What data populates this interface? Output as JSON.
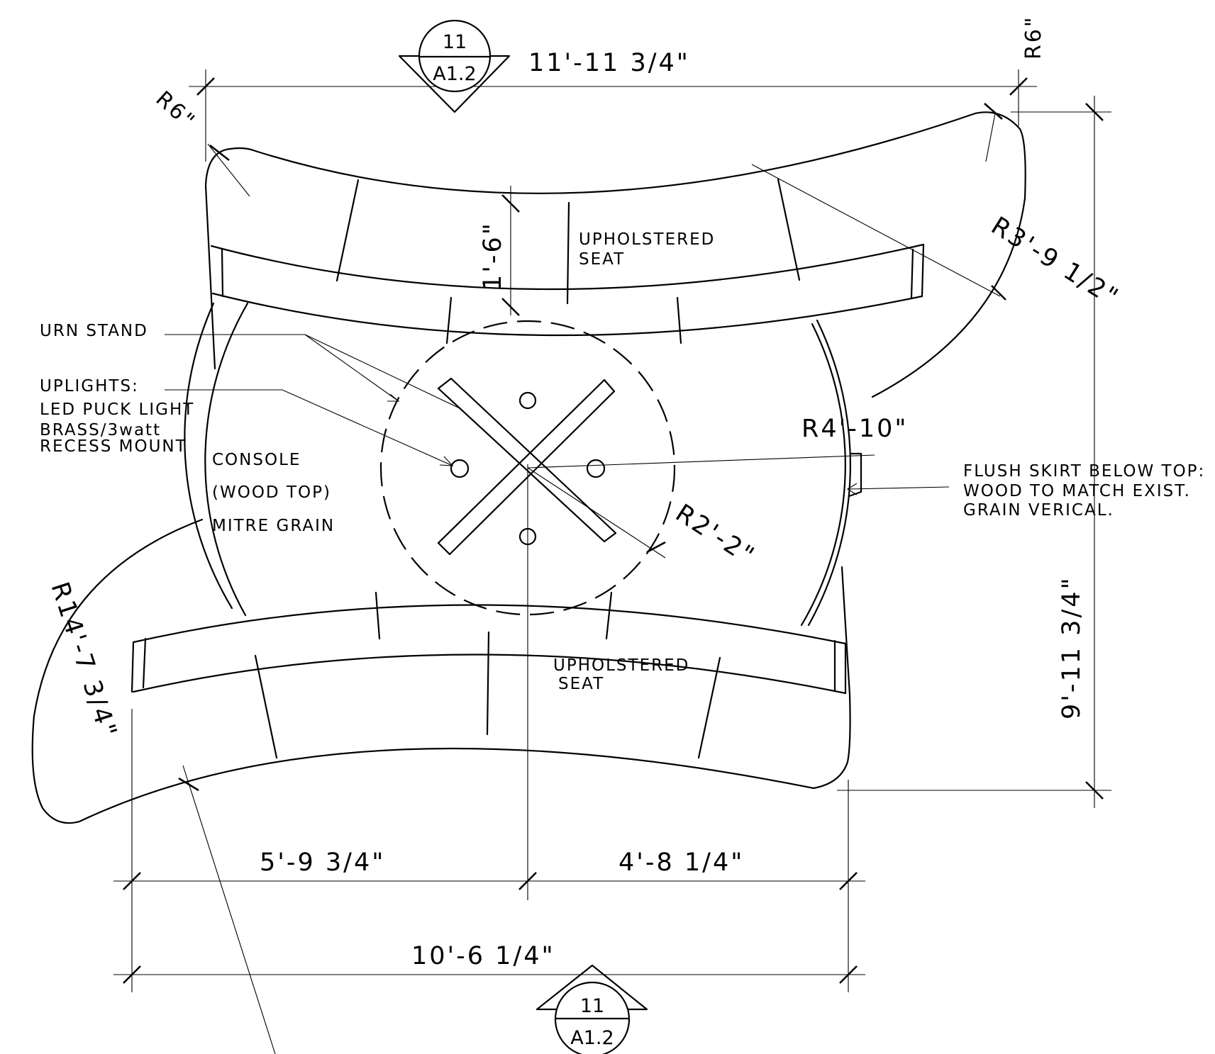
{
  "labels": {
    "urn_stand": "URN STAND",
    "uplights_1": "UPLIGHTS:",
    "uplights_2": "LED PUCK LIGHT",
    "uplights_3": "BRASS/3watt",
    "uplights_4": "RECESS MOUNT",
    "console_1": "CONSOLE",
    "console_2": "(WOOD TOP)",
    "console_3": "MITRE GRAIN",
    "seat_top_1": "UPHOLSTERED",
    "seat_top_2": "SEAT",
    "seat_bottom_1": "UPHOLSTERED",
    "seat_bottom_2": "SEAT",
    "skirt_1": "FLUSH SKIRT BELOW TOP:",
    "skirt_2": "WOOD TO MATCH EXIST.",
    "skirt_3": "GRAIN VERICAL."
  },
  "dimensions": {
    "overall_width": "11'-11 3/4\"",
    "bottom_left": "5'-9 3/4\"",
    "bottom_right": "4'-8 1/4\"",
    "bottom_total": "10'-6 1/4\"",
    "overall_height": "9'-11 3/4\"",
    "seat_depth": "1'-6\"",
    "radius_corner_left": "R6\"",
    "radius_corner_right": "R6\"",
    "radius_seat": "R3'-9 1/2\"",
    "radius_console": "R4'-10\"",
    "radius_urn": "R2'-2\"",
    "radius_large": "R14'-7 3/4\""
  },
  "section_marks": {
    "top": {
      "number": "11",
      "sheet": "A1.2"
    },
    "bottom": {
      "number": "11",
      "sheet": "A1.2"
    }
  }
}
